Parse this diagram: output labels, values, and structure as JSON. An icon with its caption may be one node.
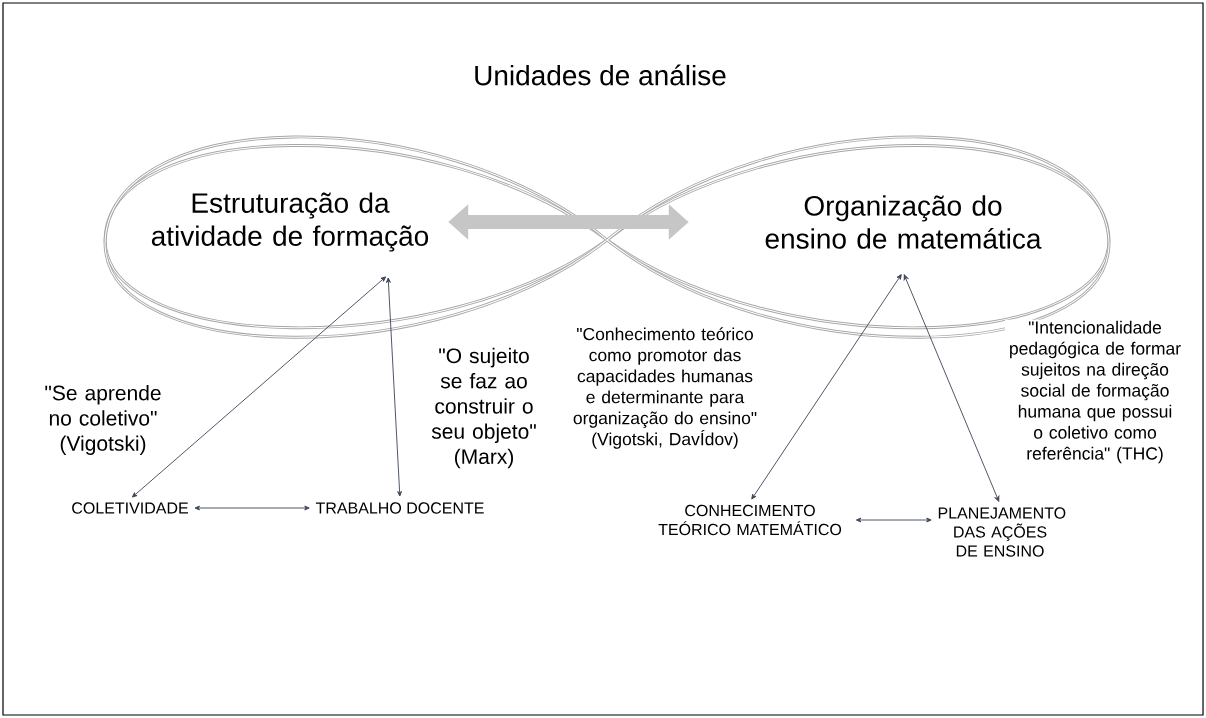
{
  "diagram": {
    "title": "Unidades de análise",
    "nodes": [
      {
        "text": [
          "Estruturação da atividade de formação"
        ]
      },
      {
        "text": [
          "Organização do ensino de matemática"
        ]
      },
      {
        "text": [
          "COLETIVIDADE"
        ]
      },
      {
        "text": [
          "TRABALHO DOCENTE"
        ]
      },
      {
        "text": [
          "CONHECIMENTO TEÓRICO MATEMÁTICO"
        ]
      },
      {
        "text": [
          "PLANEJAMENTO DAS AÇÕES DE ENSINO"
        ]
      }
    ],
    "edges": [
      {
        "from": 0,
        "to": 1,
        "arrow": "both",
        "style": "thick",
        "color": "#c6c6c6"
      },
      {
        "from": 0,
        "to": 2,
        "arrow": "both",
        "label": "\"Se aprende no coletivo\" (Vigotski)"
      },
      {
        "from": 0,
        "to": 3,
        "arrow": "both",
        "label": "\"O sujeito se faz ao construir o seu objeto\" (Marx)"
      },
      {
        "from": 1,
        "to": 4,
        "arrow": "both",
        "label": "\"Conhecimento teórico como promotor das capacidades humanas e determinante para organização do ensino\" (Vigotski, DavÍdov)"
      },
      {
        "from": 1,
        "to": 5,
        "arrow": "both",
        "label": "\"Intencionalidade pedagógica de formar sujeitos na direção social de formação humana que possui o coletivo como referência\" (THC)"
      },
      {
        "from": 2,
        "to": 3,
        "arrow": "both"
      },
      {
        "from": 4,
        "to": 5,
        "arrow": "both"
      }
    ]
  }
}
